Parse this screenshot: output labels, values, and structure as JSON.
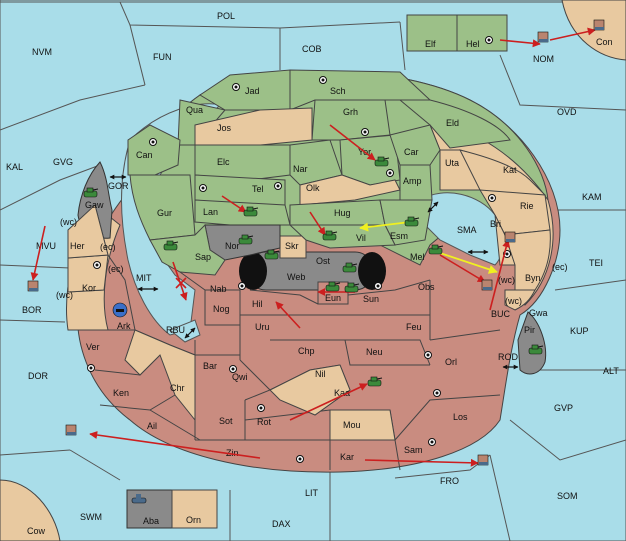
{
  "sea_regions": [
    "POL",
    "NVM",
    "FUN",
    "COB",
    "KAL",
    "GVG",
    "NOM",
    "OVD",
    "KAM",
    "TEI",
    "MVU",
    "BOR",
    "DOR",
    "ALT",
    "KUP",
    "GVP",
    "SOM",
    "FRO",
    "LIT",
    "SWM",
    "DAX",
    "SMA",
    "MIT",
    "RBU",
    "GOR",
    "ROD",
    "BUC"
  ],
  "land_regions": [
    "Jad",
    "Sch",
    "Qua",
    "Grh",
    "Jos",
    "Eld",
    "Can",
    "Car",
    "Elc",
    "Nar",
    "Yor",
    "Uta",
    "Kat",
    "Amp",
    "Tel",
    "Olk",
    "Lan",
    "Gur",
    "Hug",
    "Rie",
    "Bri",
    "Esm",
    "Vil",
    "Nor",
    "Skr",
    "Sap",
    "Ost",
    "Web",
    "Mel",
    "Nab",
    "Eun",
    "Sun",
    "Obs",
    "Byn",
    "Hil",
    "Nog",
    "Gwa",
    "Uru",
    "Feu",
    "Orl",
    "Pir",
    "Chp",
    "Neu",
    "Bar",
    "Qwi",
    "Nil",
    "Kaa",
    "Sot",
    "Rot",
    "Los",
    "Mou",
    "Zin",
    "Kar",
    "Sam",
    "Ail",
    "Chr",
    "Ken",
    "Ver",
    "Kor",
    "Her",
    "Ark",
    "Gaw",
    "Elf",
    "Hel",
    "Con",
    "Cow",
    "Aba",
    "Orn"
  ],
  "coast_labels": [
    "(wc)",
    "(ec)",
    "(ec)",
    "(wc)",
    "(wc)",
    "(ec)",
    "(wc)"
  ],
  "colors": {
    "sea": "#a9dde9",
    "green_power": "#9cc088",
    "neutral": "#e8c9a0",
    "red_power": "#c98c80",
    "impassable": "#8a8a8a",
    "move_order": "#cc1f1f",
    "support_order": "#f0f020"
  },
  "icons": [
    "army-icon",
    "fleet-icon",
    "supply-center-icon",
    "double-arrow-icon",
    "destroyed-x-icon"
  ]
}
